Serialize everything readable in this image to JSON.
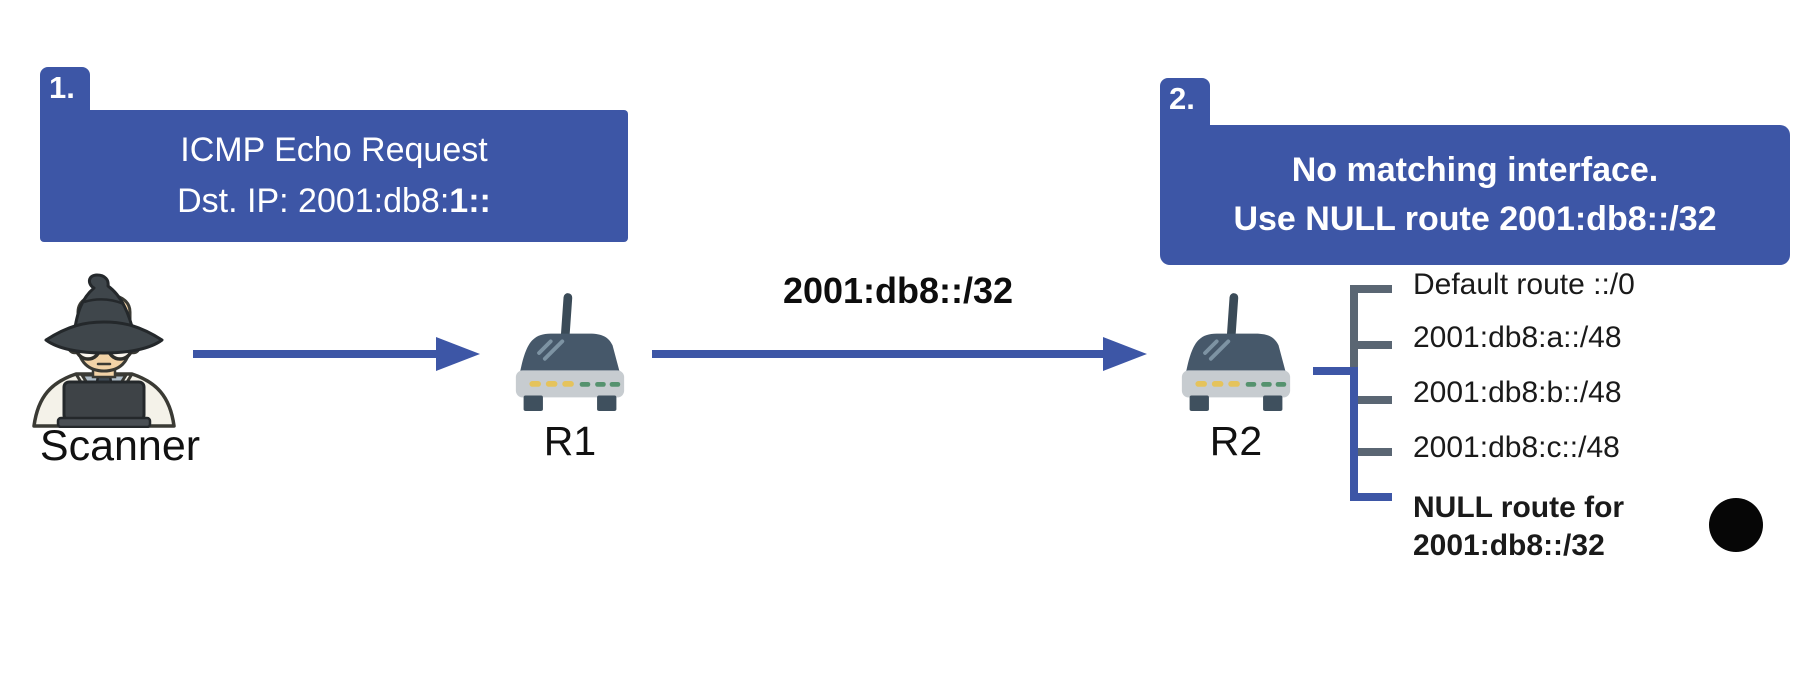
{
  "callout1": {
    "step": "1.",
    "line1": "ICMP Echo Request",
    "line2_prefix": "Dst. IP: 2001:db8:",
    "line2_bold": "1::"
  },
  "callout2": {
    "step": "2.",
    "line1": "No matching interface.",
    "line2": "Use NULL route 2001:db8::/32"
  },
  "nodes": {
    "scanner_label": "Scanner",
    "r1_label": "R1",
    "r2_label": "R2"
  },
  "link": {
    "label": "2001:db8::/32"
  },
  "routing_table": {
    "items": [
      {
        "label": "Default route ::/0",
        "emphasis": false
      },
      {
        "label": "2001:db8:a::/48",
        "emphasis": false
      },
      {
        "label": "2001:db8:b::/48",
        "emphasis": false
      },
      {
        "label": "2001:db8:c::/48",
        "emphasis": false
      },
      {
        "label": "NULL route for 2001:db8::/32",
        "emphasis": true
      }
    ]
  },
  "icons": {
    "scanner": "wizard-scanner-icon",
    "r1": "router-icon",
    "r2": "router-icon",
    "blackhole": "blackhole-icon"
  },
  "colors": {
    "accent_blue": "#3D56A6",
    "bracket_gray": "#5A6673",
    "router_body": "#46586A",
    "router_base": "#C7CCD0",
    "led_yellow": "#E5C35C",
    "led_green": "#55926E",
    "text_white": "#FFFFFF",
    "text_dark": "#111111",
    "blackhole": "#060606"
  }
}
